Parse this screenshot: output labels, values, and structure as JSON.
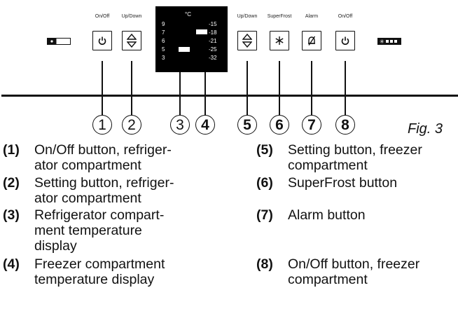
{
  "panel": {
    "labels": {
      "b1": "On/Off",
      "b2": "Up/Down",
      "b5": "Up/Down",
      "b6": "SuperFrost",
      "b7": "Alarm",
      "b8": "On/Off"
    },
    "icons": {
      "b1": "power-icon",
      "b2": "up-down-arrows-icon",
      "b5": "up-down-arrows-icon",
      "b6": "snowflake-icon",
      "b7": "alarm-off-icon",
      "b8": "power-icon",
      "left_indicator": "refrigerator-indicator-icon",
      "right_indicator": "freezer-indicator-icon"
    },
    "display": {
      "unit": "°C",
      "fridge_scale": [
        "9",
        "7",
        "6",
        "5",
        "3"
      ],
      "freezer_scale": [
        "-15",
        "-18",
        "-21",
        "-25",
        "-32"
      ]
    }
  },
  "callouts": [
    "1",
    "2",
    "3",
    "4",
    "5",
    "6",
    "7",
    "8"
  ],
  "figure_label": "Fig. 3",
  "legend": [
    {
      "key": "(1)",
      "line1": "On/Off button, refriger-",
      "line2": "ator compartment",
      "line3": ""
    },
    {
      "key": "(2)",
      "line1": "Setting button, refriger-",
      "line2": "ator compartment",
      "line3": ""
    },
    {
      "key": "(3)",
      "line1": "Refrigerator compart-",
      "line2": "ment temperature",
      "line3": "display"
    },
    {
      "key": "(4)",
      "line1": "Freezer compartment",
      "line2": "temperature display",
      "line3": ""
    },
    {
      "key": "(5)",
      "line1": "Setting button, freezer",
      "line2": "compartment",
      "line3": ""
    },
    {
      "key": "(6)",
      "line1": "SuperFrost button",
      "line2": "",
      "line3": ""
    },
    {
      "key": "(7)",
      "line1": "Alarm button",
      "line2": "",
      "line3": ""
    },
    {
      "key": "(8)",
      "line1": "On/Off button, freezer",
      "line2": "compartment",
      "line3": ""
    }
  ]
}
